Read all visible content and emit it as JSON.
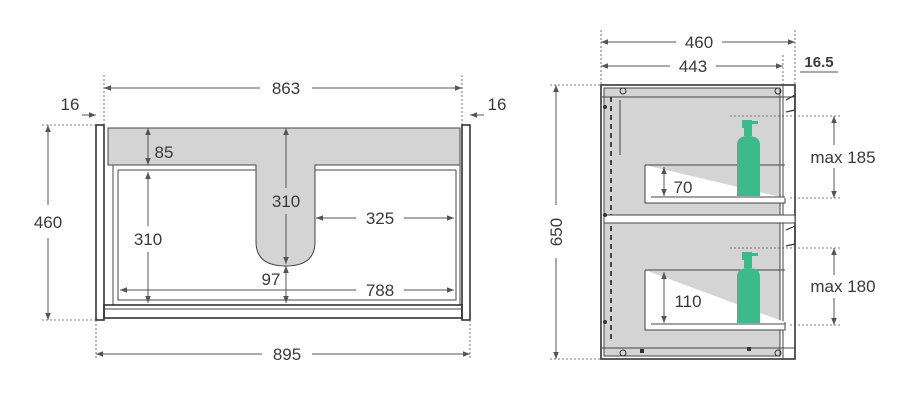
{
  "front_view": {
    "overall_width_top": "863",
    "left_side": "16",
    "right_side": "16",
    "height": "460",
    "top_panel": "85",
    "cutout_depth": "310",
    "left_inner_height": "310",
    "cutout_to_side": "325",
    "cutout_bottom_clearance": "97",
    "inner_width": "788",
    "overall_width_bottom": "895"
  },
  "side_view": {
    "depth": "460",
    "inner_depth": "443",
    "back_offset": "16.5",
    "height": "650",
    "upper_drawer_height": "70",
    "upper_clearance": "max 185",
    "lower_drawer_height": "110",
    "lower_clearance": "max 180"
  },
  "colors": {
    "panel_fill": "#d4d4d4",
    "bottle": "#3cba8c",
    "line": "#555555"
  }
}
